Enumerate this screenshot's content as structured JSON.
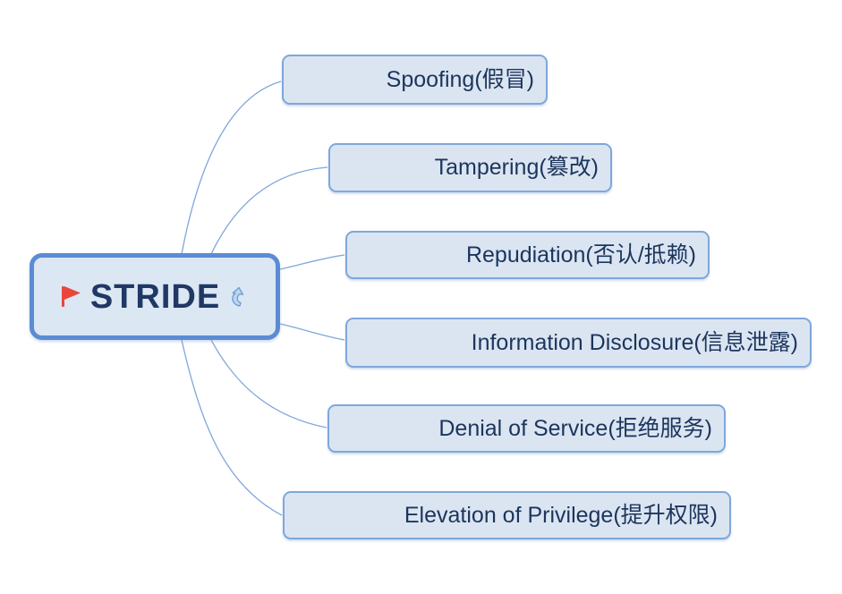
{
  "diagram": {
    "type": "mindmap",
    "root": {
      "label": "STRIDE",
      "icons": [
        "flag-icon",
        "rotate-up-arrow-icon"
      ]
    },
    "children": [
      {
        "label": "Spoofing(假冒)"
      },
      {
        "label": "Tampering(篡改)"
      },
      {
        "label": "Repudiation(否认/抵赖)"
      },
      {
        "label": "Information Disclosure(信息泄露)"
      },
      {
        "label": "Denial of Service(拒绝服务)"
      },
      {
        "label": "Elevation of Privilege(提升权限)"
      }
    ],
    "colors": {
      "canvas_background": "#ffffff",
      "root_border": "#5b8bd4",
      "root_fill": "#dce7f4",
      "root_text": "#1f3864",
      "child_border": "#7fa7db",
      "child_fill": "#dbe5f2",
      "child_text": "#1c355c",
      "connector": "#7fa7db",
      "flag_red": "#e8473c",
      "rotate_icon_fill": "#b9d5f0",
      "rotate_icon_stroke": "#6b9bd2"
    }
  }
}
